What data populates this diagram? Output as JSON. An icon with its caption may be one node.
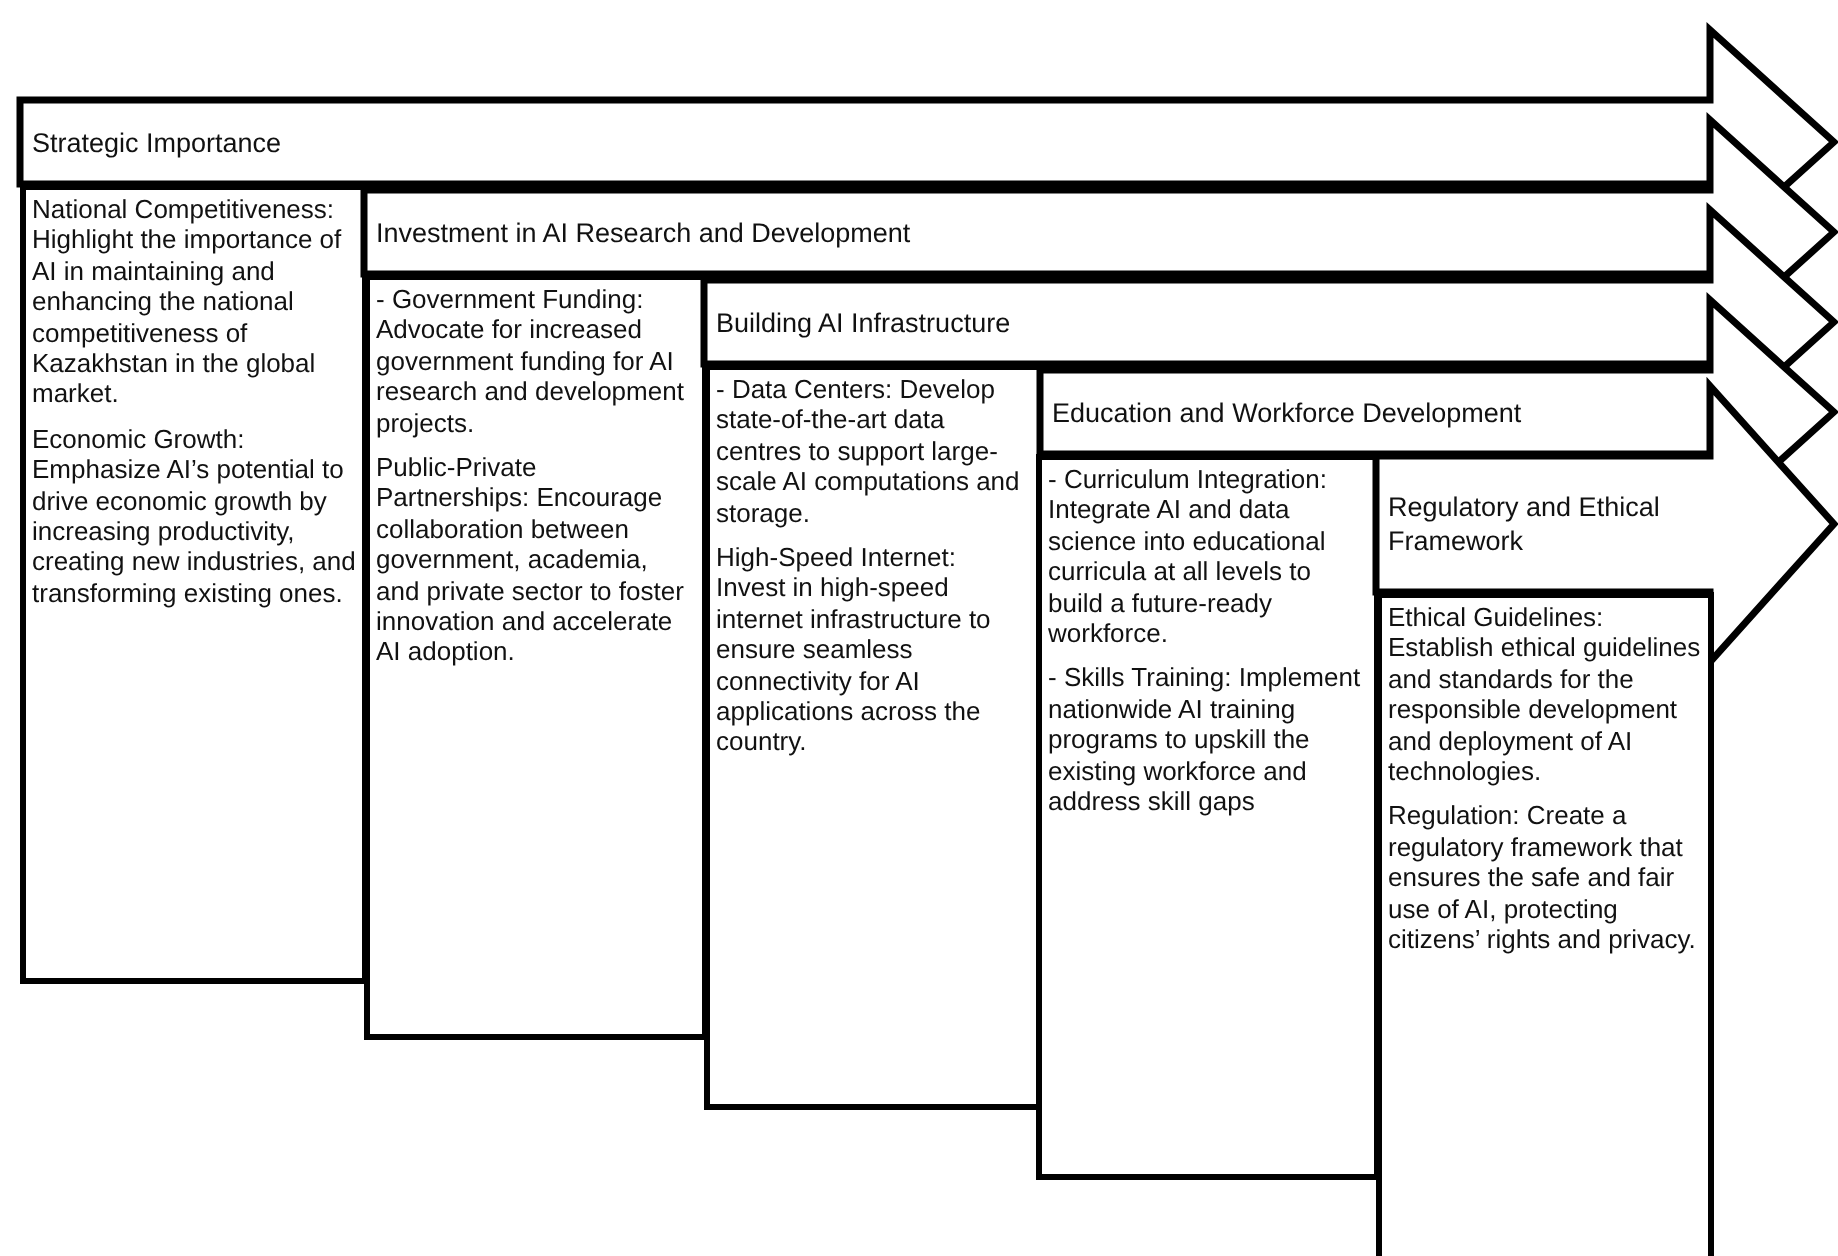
{
  "diagram": {
    "nodes": [
      {
        "text": [
          "Strategic Importance"
        ]
      },
      {
        "text": [
          "National Competitiveness: Highlight the importance of AI in maintaining and enhancing the national competitiveness of Kazakhstan in the global market.",
          "Economic Growth: Emphasize AI’s potential to drive economic growth by increasing productivity, creating new industries, and transforming existing ones."
        ]
      },
      {
        "text": [
          "Investment in AI Research and Development"
        ]
      },
      {
        "text": [
          "- Government Funding: Advocate for increased government funding for AI research and development projects.",
          "Public-Private Partnerships: Encourage collaboration between government, academia, and private sector to foster innovation and accelerate AI adoption."
        ]
      },
      {
        "text": [
          "Building AI Infrastructure"
        ]
      },
      {
        "text": [
          "- Data Centers: Develop state-of-the-art data centres to support large-scale AI computations and storage.",
          "High-Speed Internet: Invest in high-speed internet infrastructure to ensure seamless connectivity for AI applications across the country."
        ]
      },
      {
        "text": [
          "Education and Workforce Development"
        ]
      },
      {
        "text": [
          "- Curriculum Integration: Integrate AI and data science into educational curricula at all levels to build a future-ready workforce.",
          "- Skills Training: Implement nationwide AI training programs to upskill the existing workforce and address skill gaps"
        ]
      },
      {
        "text": [
          "Regulatory and Ethical Framework"
        ]
      },
      {
        "text": [
          "Ethical Guidelines: Establish ethical guidelines and standards for the responsible development and deployment of AI technologies.",
          "Regulation: Create a regulatory framework that ensures the safe and fair use of AI, protecting citizens’ rights and privacy."
        ]
      }
    ]
  }
}
